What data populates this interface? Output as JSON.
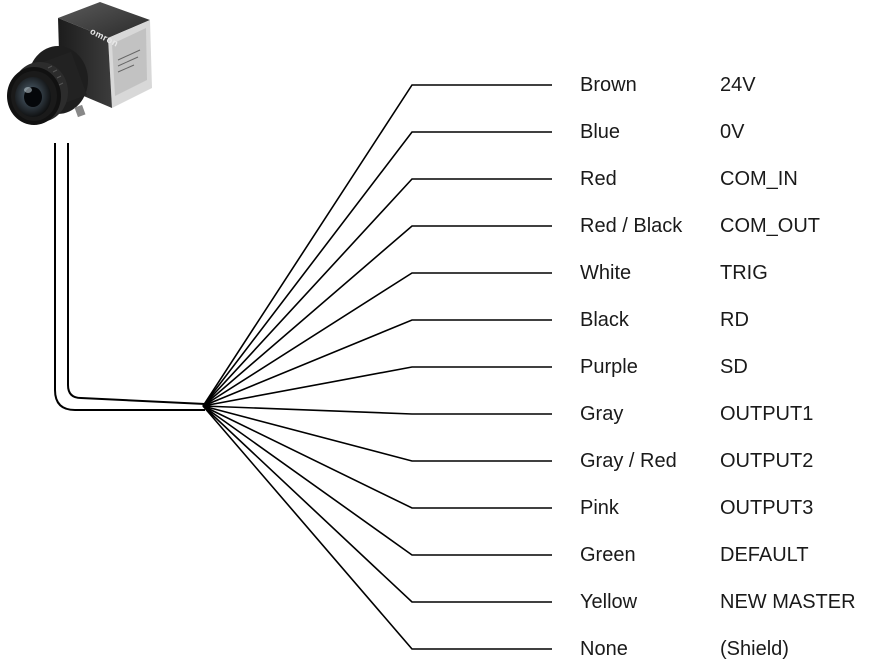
{
  "camera": {
    "brand": "omron",
    "icon": "camera-icon"
  },
  "wires": [
    {
      "color": "Brown",
      "signal": "24V"
    },
    {
      "color": "Blue",
      "signal": "0V"
    },
    {
      "color": "Red",
      "signal": "COM_IN"
    },
    {
      "color": "Red / Black",
      "signal": "COM_OUT"
    },
    {
      "color": "White",
      "signal": "TRIG"
    },
    {
      "color": "Black",
      "signal": "RD"
    },
    {
      "color": "Purple",
      "signal": "SD"
    },
    {
      "color": "Gray",
      "signal": "OUTPUT1"
    },
    {
      "color": "Gray / Red",
      "signal": "OUTPUT2"
    },
    {
      "color": "Pink",
      "signal": "OUTPUT3"
    },
    {
      "color": "Green",
      "signal": "DEFAULT"
    },
    {
      "color": "Yellow",
      "signal": "NEW MASTER"
    },
    {
      "color": "None",
      "signal": "(Shield)"
    }
  ]
}
